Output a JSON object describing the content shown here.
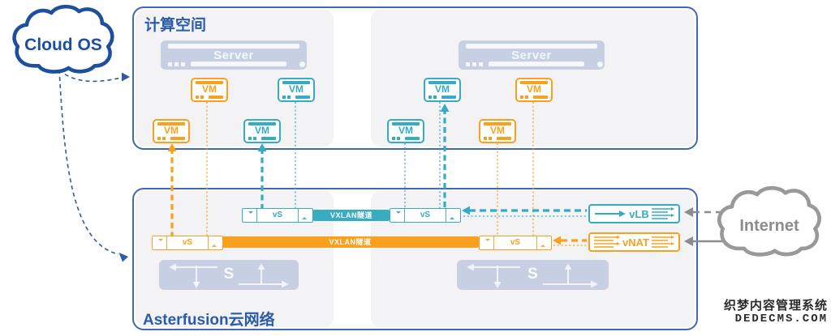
{
  "clouds": {
    "cloud_os_label": "Cloud OS",
    "internet_label": "Internet"
  },
  "compute_space": {
    "title": "计算空间",
    "server_label": "Server",
    "vm_label": "VM",
    "vms": [
      {
        "group": "left-host",
        "row": "upper",
        "color": "orange"
      },
      {
        "group": "left-host",
        "row": "upper",
        "color": "teal"
      },
      {
        "group": "left-host",
        "row": "lower",
        "color": "orange"
      },
      {
        "group": "left-host",
        "row": "lower",
        "color": "teal"
      },
      {
        "group": "right-host",
        "row": "upper",
        "color": "teal"
      },
      {
        "group": "right-host",
        "row": "upper",
        "color": "orange"
      },
      {
        "group": "right-host",
        "row": "lower",
        "color": "teal"
      },
      {
        "group": "right-host",
        "row": "lower",
        "color": "orange"
      }
    ]
  },
  "cloud_network": {
    "title": "Asterfusion云网络",
    "vswitch_label": "vS",
    "vxlan_label": "VXLAN隧道",
    "switch_label": "S",
    "vlb_label": "vLB",
    "vnat_label": "vNAT",
    "tunnels": [
      {
        "color": "teal",
        "label": "VXLAN隧道"
      },
      {
        "color": "orange",
        "label": "VXLAN隧道"
      }
    ]
  },
  "watermark": {
    "line1": "织梦内容管理系统",
    "line2": "DEDECMS.COM"
  },
  "colors": {
    "orange": "#F9A01E",
    "teal": "#35ABC6",
    "panel_border": "#4169B2",
    "title_blue": "#2B5CA9",
    "cloud_os_navy": "#1D4F9E",
    "periwinkle": "#C7D0E3",
    "subpanel_gray": "#F3F3F5",
    "internet_gray": "#8C8C8C"
  }
}
